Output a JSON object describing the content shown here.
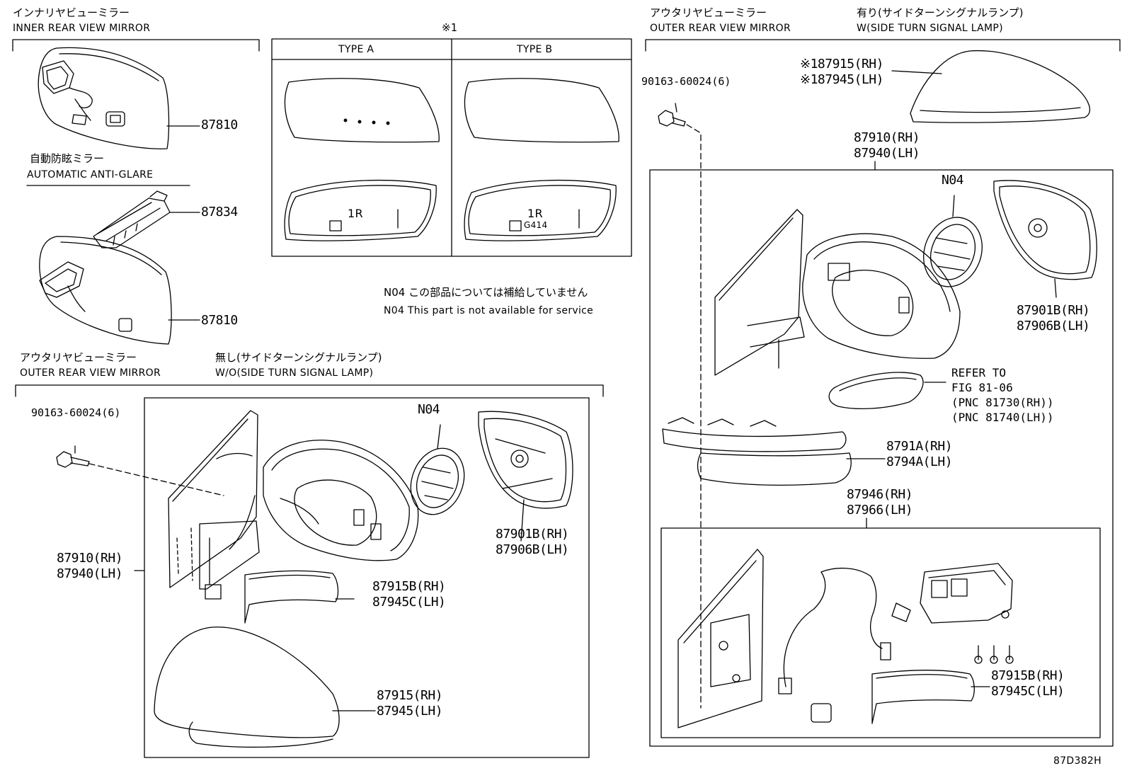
{
  "inner": {
    "title_jp": "インナリヤビューミラー",
    "title_en": "INNER REAR VIEW MIRROR",
    "part_mirror": "87810",
    "auto_jp": "自動防眩ミラー",
    "auto_en": "AUTOMATIC ANTI-GLARE",
    "part_cover": "87834",
    "part_mirror2": "87810"
  },
  "types": {
    "mark": "※1",
    "type_a": "TYPE A",
    "type_b": "TYPE B",
    "glass_a_label": "1R",
    "glass_b_label": "1R",
    "glass_b_code": "G414"
  },
  "note": {
    "jp": "N04 この部品については補給していません",
    "en": "N04 This part is not available for service"
  },
  "outer_wo": {
    "title_jp": "アウタリヤビューミラー",
    "title_en": "OUTER REAR VIEW MIRROR",
    "cond_jp": "無し(サイドターンシグナルランプ)",
    "cond_en": "W/O(SIDE TURN SIGNAL LAMP)",
    "screw": "90163-60024(6)",
    "n04": "N04",
    "assy": [
      "87910(RH)",
      "87940(LH)"
    ],
    "glass": [
      "87901B(RH)",
      "87906B(LH)"
    ],
    "cover_lower": [
      "87915B(RH)",
      "87945C(LH)"
    ],
    "cover": [
      "87915(RH)",
      "87945(LH)"
    ]
  },
  "outer_w": {
    "title_jp": "アウタリヤビューミラー",
    "title_en": "OUTER REAR VIEW MIRROR",
    "cond_jp": "有り(サイドターンシグナルランプ)",
    "cond_en": "W(SIDE TURN SIGNAL LAMP)",
    "screw": "90163-60024(6)",
    "cover": [
      "※187915(RH)",
      "※187945(LH)"
    ],
    "assy": [
      "87910(RH)",
      "87940(LH)"
    ],
    "n04": "N04",
    "glass": [
      "87901B(RH)",
      "87906B(LH)"
    ],
    "refer": [
      "REFER TO",
      "FIG 81-06",
      "(PNC 81730(RH))",
      "(PNC 81740(LH))"
    ],
    "lamp_cover": [
      "8791A(RH)",
      "8794A(LH)"
    ],
    "base": [
      "87946(RH)",
      "87966(LH)"
    ],
    "cover_lower": [
      "87915B(RH)",
      "87945C(LH)"
    ]
  },
  "code": "87D382H"
}
